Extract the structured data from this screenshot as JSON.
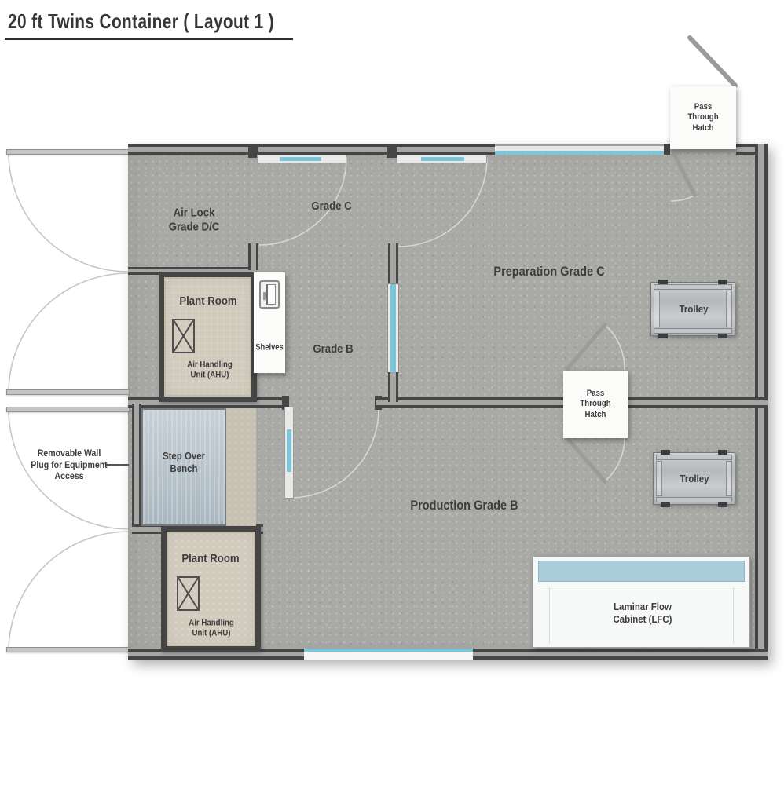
{
  "title": "20 ft Twins Container ( Layout 1 )",
  "rooms": {
    "air_lock": "Air Lock\nGrade D/C",
    "corridor_c": "Grade C",
    "preparation": "Preparation Grade C",
    "corridor_b": "Grade B",
    "production": "Production Grade B"
  },
  "equipment": {
    "plant_room": {
      "name": "Plant Room",
      "unit": "Air Handling\nUnit (AHU)"
    },
    "shelves": "Shelves",
    "step_over_bench": "Step Over\nBench",
    "pass_through_hatch": "Pass\nThrough\nHatch",
    "trolley": "Trolley",
    "laminar_flow_cabinet": "Laminar Flow\nCabinet (LFC)"
  },
  "annotation": {
    "removable_wall_plug": "Removable Wall\nPlug for Equipment\nAccess"
  },
  "colors": {
    "wall": "#454545",
    "floor": "#a9a9a5",
    "glass": "#7cc6da",
    "lfc_top": "#a9cdda",
    "bench": "#b9c3cc",
    "plant_room_floor": "#d2ccbf",
    "text": "#3d3d3d"
  }
}
